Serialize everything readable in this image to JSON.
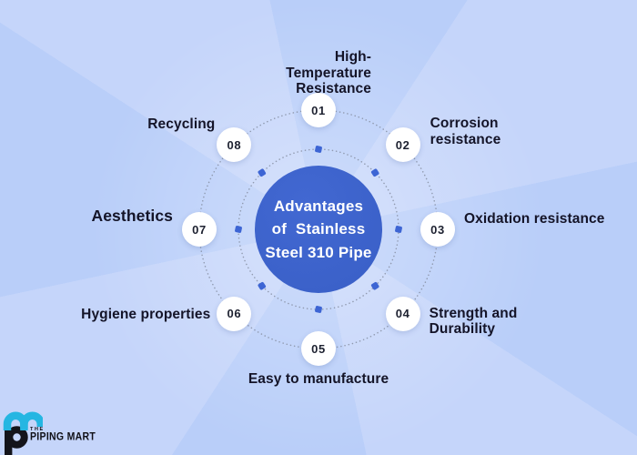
{
  "center": {
    "title": "Advantages\nof  Stainless\nSteel 310 Pipe"
  },
  "diagram": {
    "items": [
      {
        "number": "01",
        "label": "High-\nTemperature\nResistance",
        "placement": "top"
      },
      {
        "number": "02",
        "label": "Corrosion\nresistance",
        "placement": "top-right"
      },
      {
        "number": "03",
        "label": "Oxidation resistance",
        "placement": "right"
      },
      {
        "number": "04",
        "label": "Strength and\nDurability",
        "placement": "bottom-right"
      },
      {
        "number": "05",
        "label": "Easy to manufacture",
        "placement": "bottom"
      },
      {
        "number": "06",
        "label": "Hygiene properties",
        "placement": "bottom-left"
      },
      {
        "number": "07",
        "label": "Aesthetics",
        "placement": "left",
        "emphasis": true
      },
      {
        "number": "08",
        "label": "Recycling",
        "placement": "top-left"
      }
    ],
    "marker_count": 8
  },
  "logo": {
    "the": "THE",
    "name": "PIPING MART"
  },
  "colors": {
    "accent": "#3b61c9",
    "accent_light": "#4268d2",
    "marker": "#3d65d4",
    "ring_dot": "#8a92a6",
    "ink": "#141428",
    "logo_cyan": "#25b6e2",
    "logo_black": "#14141a",
    "bg_a": "#c5d5fa",
    "bg_b": "#b9cef9"
  }
}
